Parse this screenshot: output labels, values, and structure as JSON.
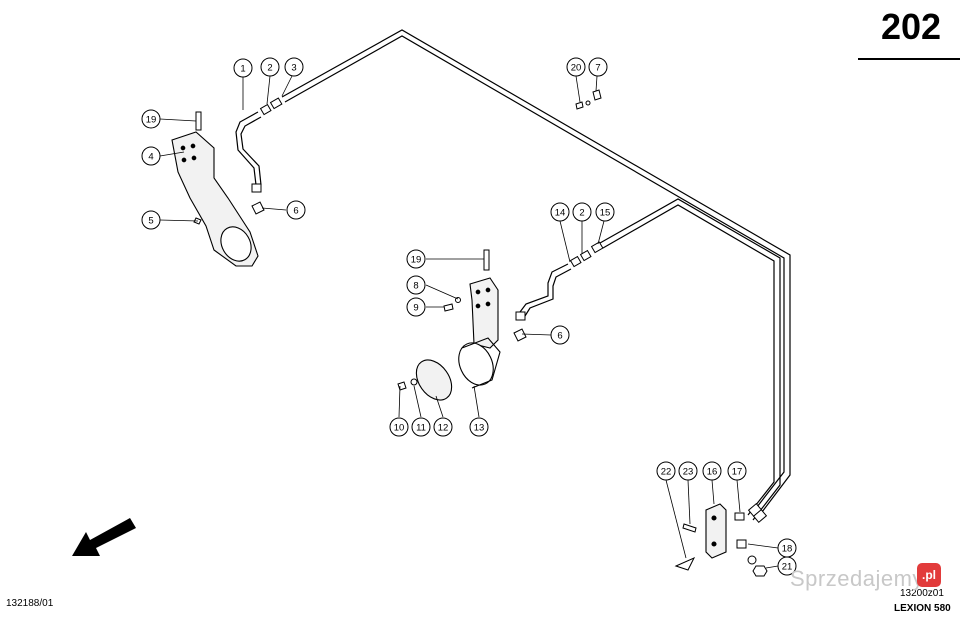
{
  "page": {
    "number": "202",
    "drawing_id_left": "132188/01",
    "drawing_id_right": "13200z01",
    "model": "LEXION 580",
    "watermark": "Sprzedajemy",
    "watermark_badge": ".pl"
  },
  "callouts": {
    "c1": "1",
    "c2a": "2",
    "c3": "3",
    "c4": "4",
    "c5": "5",
    "c6a": "6",
    "c7": "7",
    "c20a": "20",
    "c19a": "19",
    "c14": "14",
    "c2b": "2",
    "c15": "15",
    "c19b": "19",
    "c8": "8",
    "c9": "9",
    "c6b": "6",
    "c10": "10",
    "c11": "11",
    "c12": "12",
    "c13": "13",
    "c22": "22",
    "c23": "23",
    "c16": "16",
    "c17": "17",
    "c18": "18",
    "c21": "21"
  },
  "colors": {
    "ink": "#000000",
    "paper": "#ffffff",
    "part_fill": "#f2f2f2",
    "watermark": "#c8c8c8",
    "badge": "#e23b3b"
  }
}
